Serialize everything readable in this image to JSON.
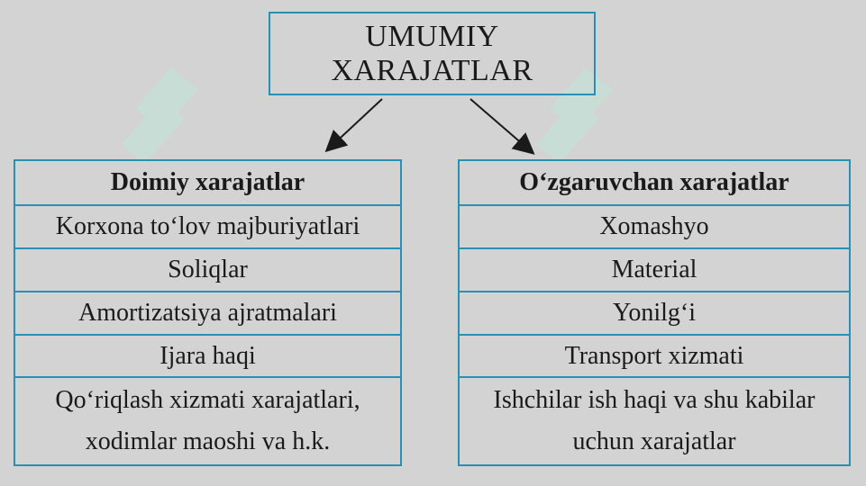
{
  "title": "UMUMIY XARAJATLAR",
  "left": {
    "header": "Doimiy xarajatlar",
    "items": [
      "Korxona to‘lov majburiyatlari",
      "Soliqlar",
      "Amortizatsiya ajratmalari",
      "Ijara haqi"
    ],
    "last_line1": "Qo‘riqlash xizmati xarajatlari,",
    "last_line2": "xodimlar maoshi va h.k."
  },
  "right": {
    "header": "O‘zgaruvchan xarajatlar",
    "items": [
      "Xomashyo",
      "Material",
      "Yonilg‘i",
      "Transport xizmati"
    ],
    "last_line1": "Ishchilar ish haqi va shu kabilar",
    "last_line2": "uchun xarajatlar"
  },
  "colors": {
    "border": "#2a8fb7",
    "background": "#d3d3d3",
    "watermark": "#a8e0cf"
  }
}
